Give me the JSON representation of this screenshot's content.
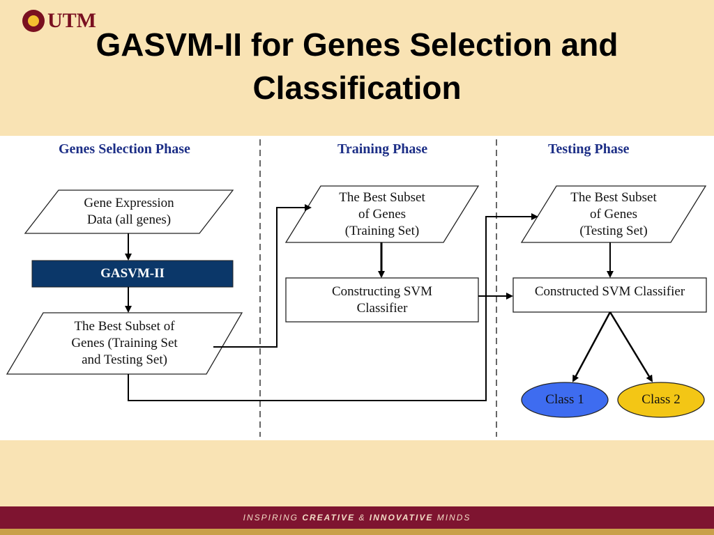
{
  "header": {
    "logo_text": "UTM",
    "title_line1": "GASVM-II for Genes Selection and",
    "title_line2": "Classification"
  },
  "phases": {
    "selection": "Genes Selection Phase",
    "training": "Training Phase",
    "testing": "Testing Phase"
  },
  "nodes": {
    "gene_expression": "Gene Expression\nData (all genes)",
    "gasvm": "GASVM-II",
    "best_subset_all": "The Best Subset of\nGenes (Training Set\nand Testing Set)",
    "best_subset_training": "The Best Subset\nof Genes\n(Training Set)",
    "constructing_svm": "Constructing SVM\nClassifier",
    "best_subset_testing": "The Best Subset\nof Genes\n(Testing Set)",
    "constructed_svm": "Constructed SVM Classifier",
    "class1": "Class 1",
    "class2": "Class 2"
  },
  "footer": {
    "tagline_a": "INSPIRING ",
    "tagline_b": "CREATIVE",
    "tagline_c": " & ",
    "tagline_d": "INNOVATIVE",
    "tagline_e": " MINDS"
  },
  "colors": {
    "background": "#f9e3b4",
    "gasvm_box": "#0b3769",
    "class1": "#3e6cf0",
    "class2": "#f3c615",
    "footer": "#7e1430"
  }
}
